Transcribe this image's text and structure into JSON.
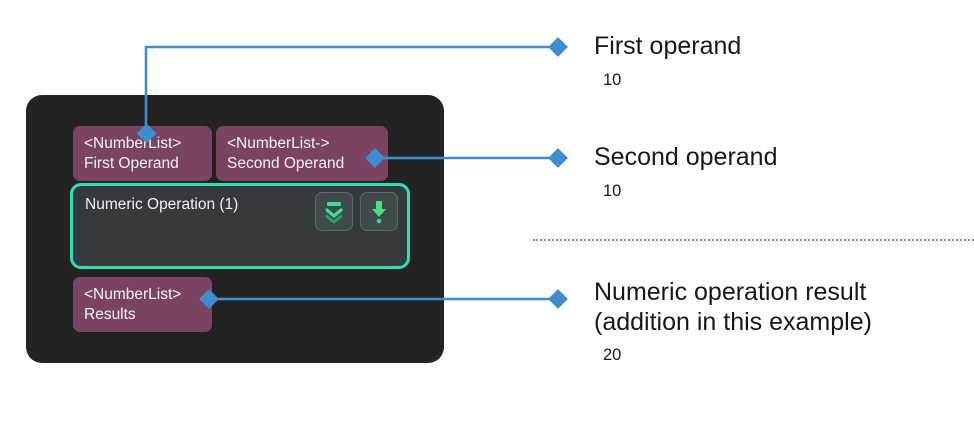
{
  "diagram": {
    "panel_background": "#232323",
    "node_color": "#7b4363",
    "accent_green": "#2ee0b0",
    "connector_blue": "#3e8dcc",
    "nodes": [
      {
        "id": "first-operand",
        "type": "<NumberList>",
        "name": "First Operand"
      },
      {
        "id": "second-operand",
        "type": "<NumberList->",
        "name": "Second Operand"
      },
      {
        "id": "results",
        "type": "<NumberList>",
        "name": "Results"
      }
    ],
    "operation": {
      "title": "Numeric Operation (1)",
      "buttons": [
        {
          "id": "collapse",
          "icon": "collapse-double-chevron-down-icon"
        },
        {
          "id": "run",
          "icon": "arrow-down-execute-icon"
        }
      ]
    }
  },
  "callouts": [
    {
      "id": "first",
      "title": "First operand",
      "value": "10"
    },
    {
      "id": "second",
      "title": "Second operand",
      "value": "10"
    },
    {
      "id": "result",
      "title": "Numeric operation result\n(addition in this example)",
      "value": "20"
    }
  ]
}
